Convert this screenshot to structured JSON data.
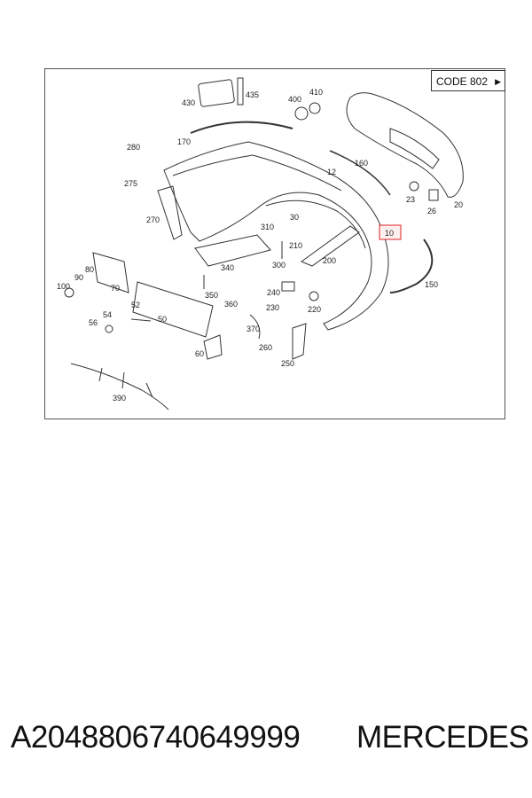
{
  "diagram": {
    "code_label": "CODE 802",
    "highlighted_part": "10",
    "part_labels": [
      {
        "id": "430",
        "text": "430"
      },
      {
        "id": "435",
        "text": "435"
      },
      {
        "id": "400",
        "text": "400"
      },
      {
        "id": "410",
        "text": "410"
      },
      {
        "id": "170",
        "text": "170"
      },
      {
        "id": "280",
        "text": "280"
      },
      {
        "id": "12",
        "text": "12"
      },
      {
        "id": "160",
        "text": "160"
      },
      {
        "id": "275",
        "text": "275"
      },
      {
        "id": "23",
        "text": "23"
      },
      {
        "id": "26",
        "text": "26"
      },
      {
        "id": "20",
        "text": "20"
      },
      {
        "id": "270",
        "text": "270"
      },
      {
        "id": "30",
        "text": "30"
      },
      {
        "id": "310",
        "text": "310"
      },
      {
        "id": "10",
        "text": "10"
      },
      {
        "id": "210",
        "text": "210"
      },
      {
        "id": "300",
        "text": "300"
      },
      {
        "id": "200",
        "text": "200"
      },
      {
        "id": "340",
        "text": "340"
      },
      {
        "id": "80",
        "text": "80"
      },
      {
        "id": "90",
        "text": "90"
      },
      {
        "id": "100",
        "text": "100"
      },
      {
        "id": "70",
        "text": "70"
      },
      {
        "id": "150",
        "text": "150"
      },
      {
        "id": "350",
        "text": "350"
      },
      {
        "id": "240",
        "text": "240"
      },
      {
        "id": "52",
        "text": "52"
      },
      {
        "id": "360",
        "text": "360"
      },
      {
        "id": "230",
        "text": "230"
      },
      {
        "id": "220",
        "text": "220"
      },
      {
        "id": "54",
        "text": "54"
      },
      {
        "id": "50",
        "text": "50"
      },
      {
        "id": "56",
        "text": "56"
      },
      {
        "id": "370",
        "text": "370"
      },
      {
        "id": "260",
        "text": "260"
      },
      {
        "id": "60",
        "text": "60"
      },
      {
        "id": "250",
        "text": "250"
      },
      {
        "id": "390",
        "text": "390"
      }
    ]
  },
  "footer": {
    "part_number": "A2048806740649999",
    "brand": "MERCEDES"
  }
}
